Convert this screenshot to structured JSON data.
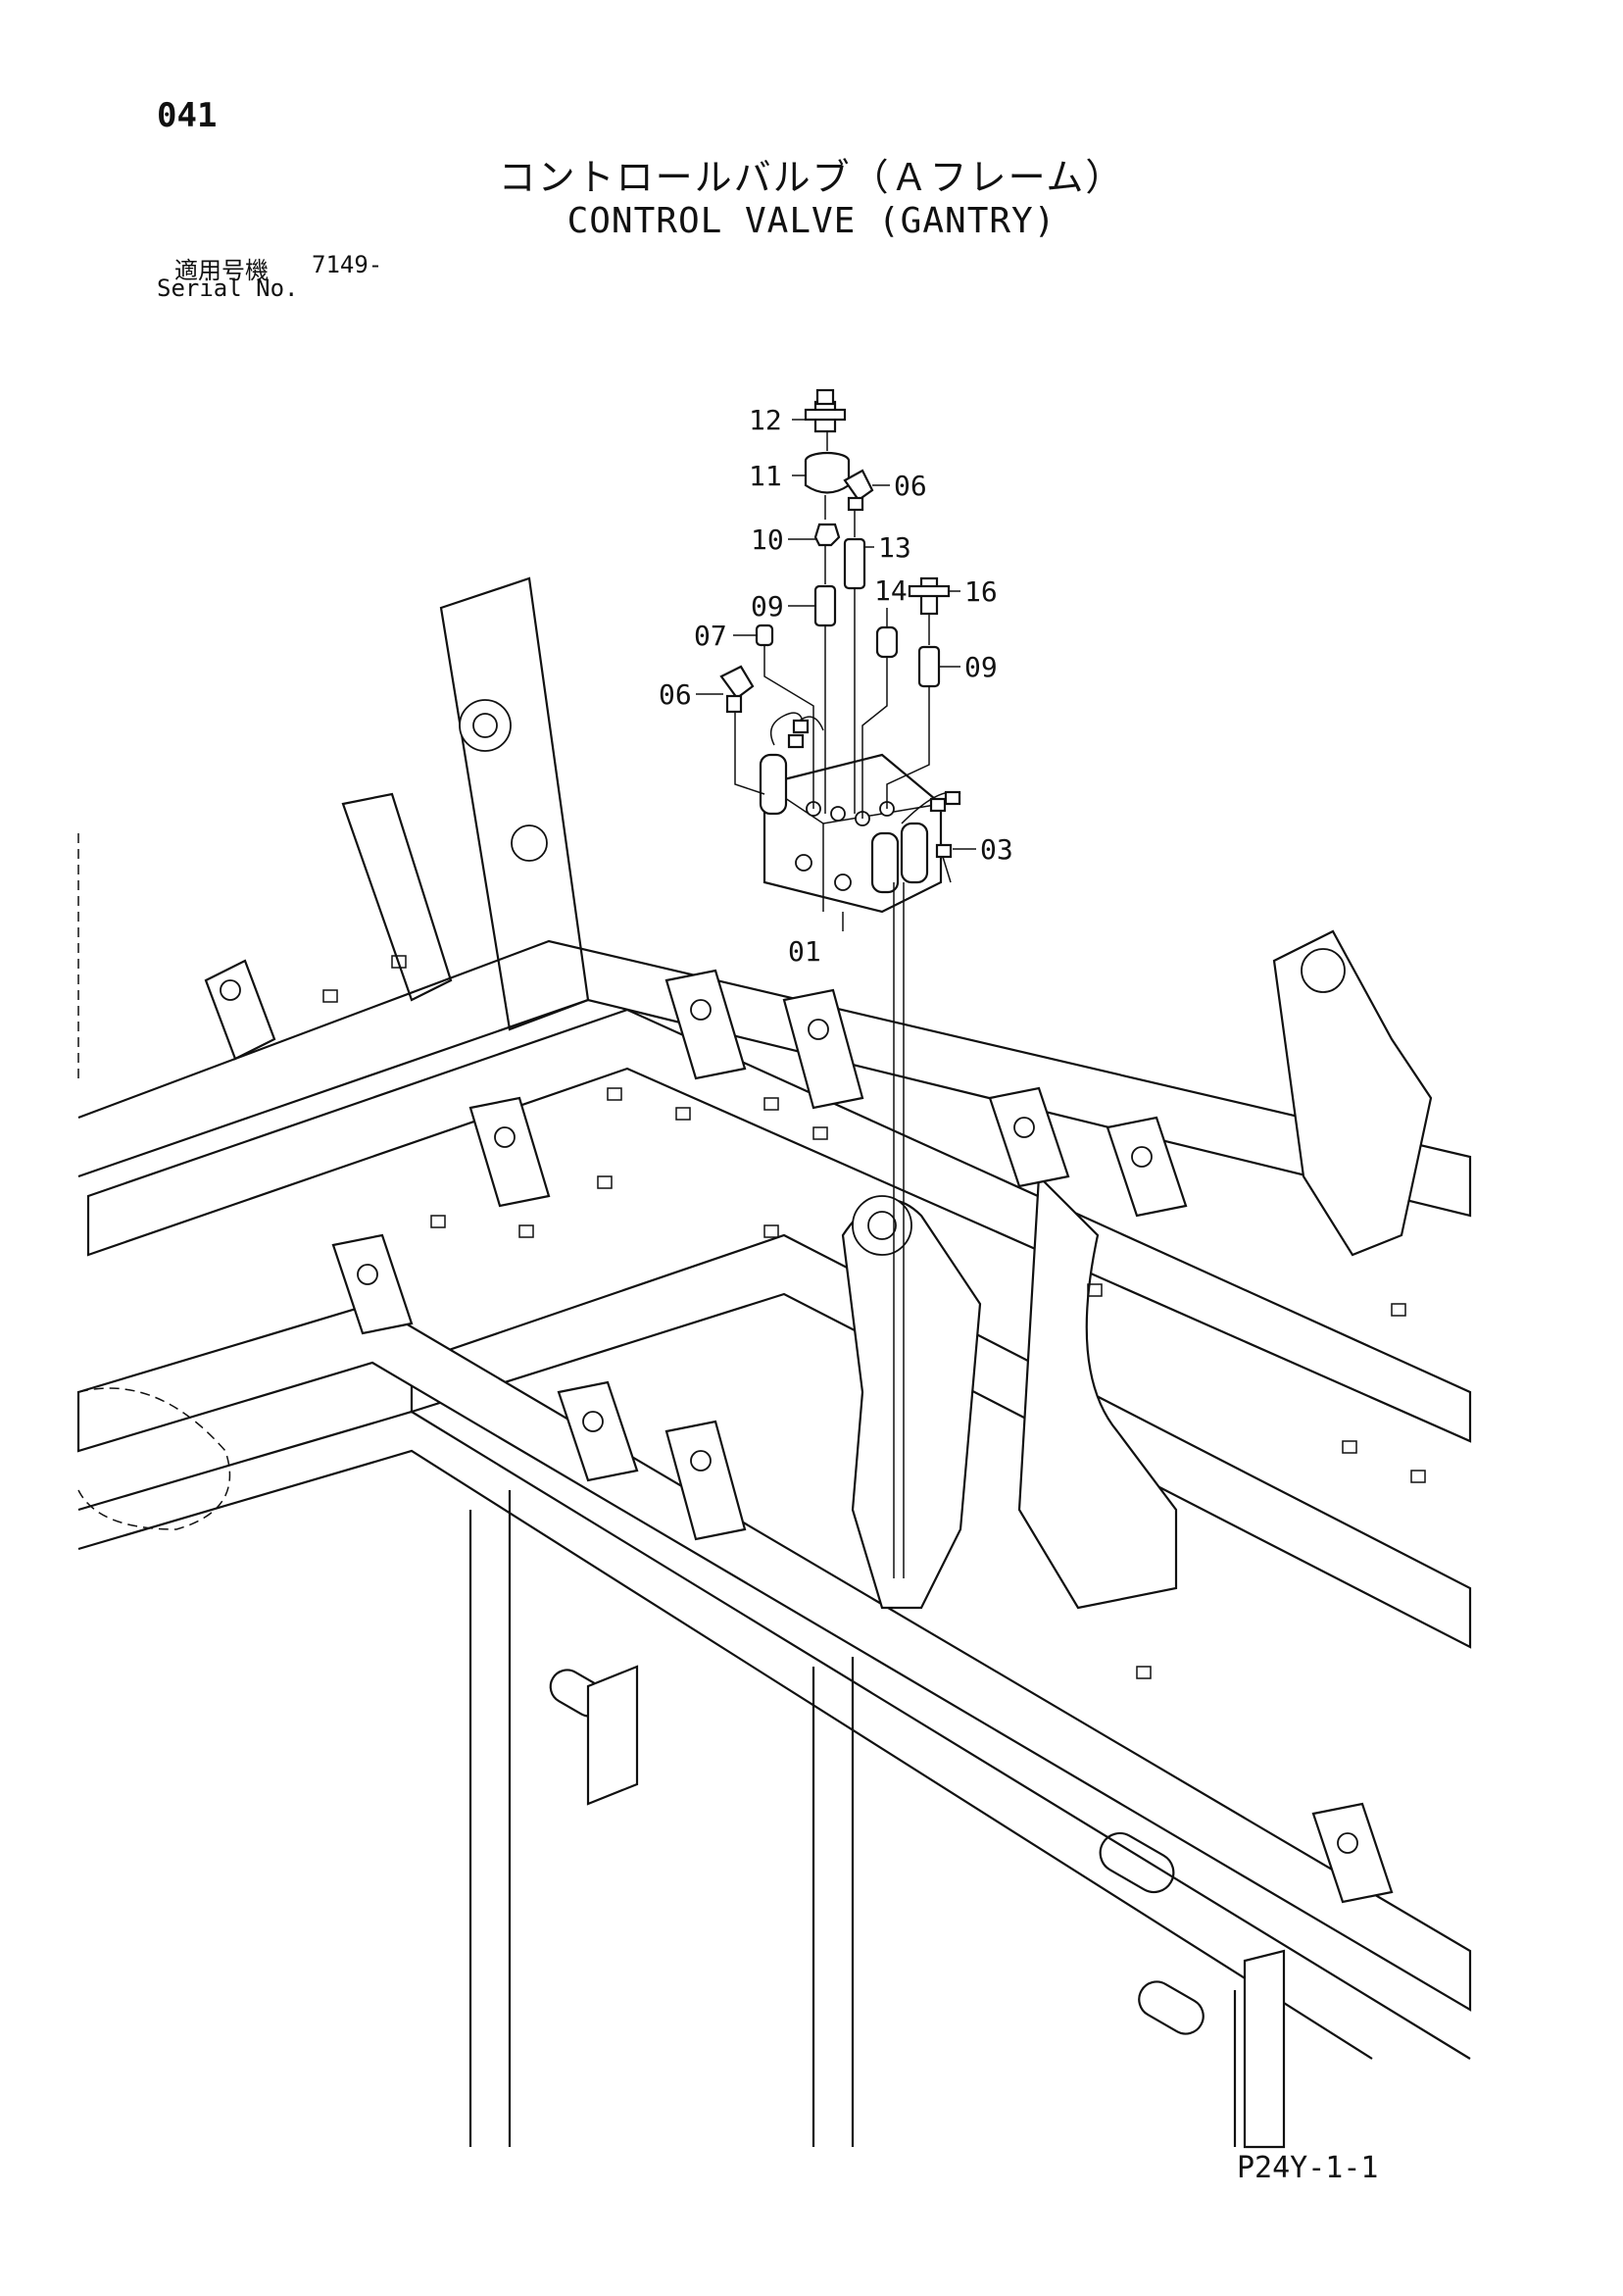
{
  "header": {
    "page_number": "041",
    "title_jp": "コントロールバルブ（Ａフレーム）",
    "title_en": "CONTROL VALVE (GANTRY)",
    "serial_label_jp": "適用号機",
    "serial_value": "7149-",
    "serial_label_en": "Serial No."
  },
  "diagram": {
    "callouts": [
      "12",
      "11",
      "06",
      "10",
      "13",
      "09",
      "14",
      "16",
      "07",
      "06",
      "09",
      "03",
      "01"
    ]
  },
  "footer": {
    "code": "P24Y-1-1"
  }
}
